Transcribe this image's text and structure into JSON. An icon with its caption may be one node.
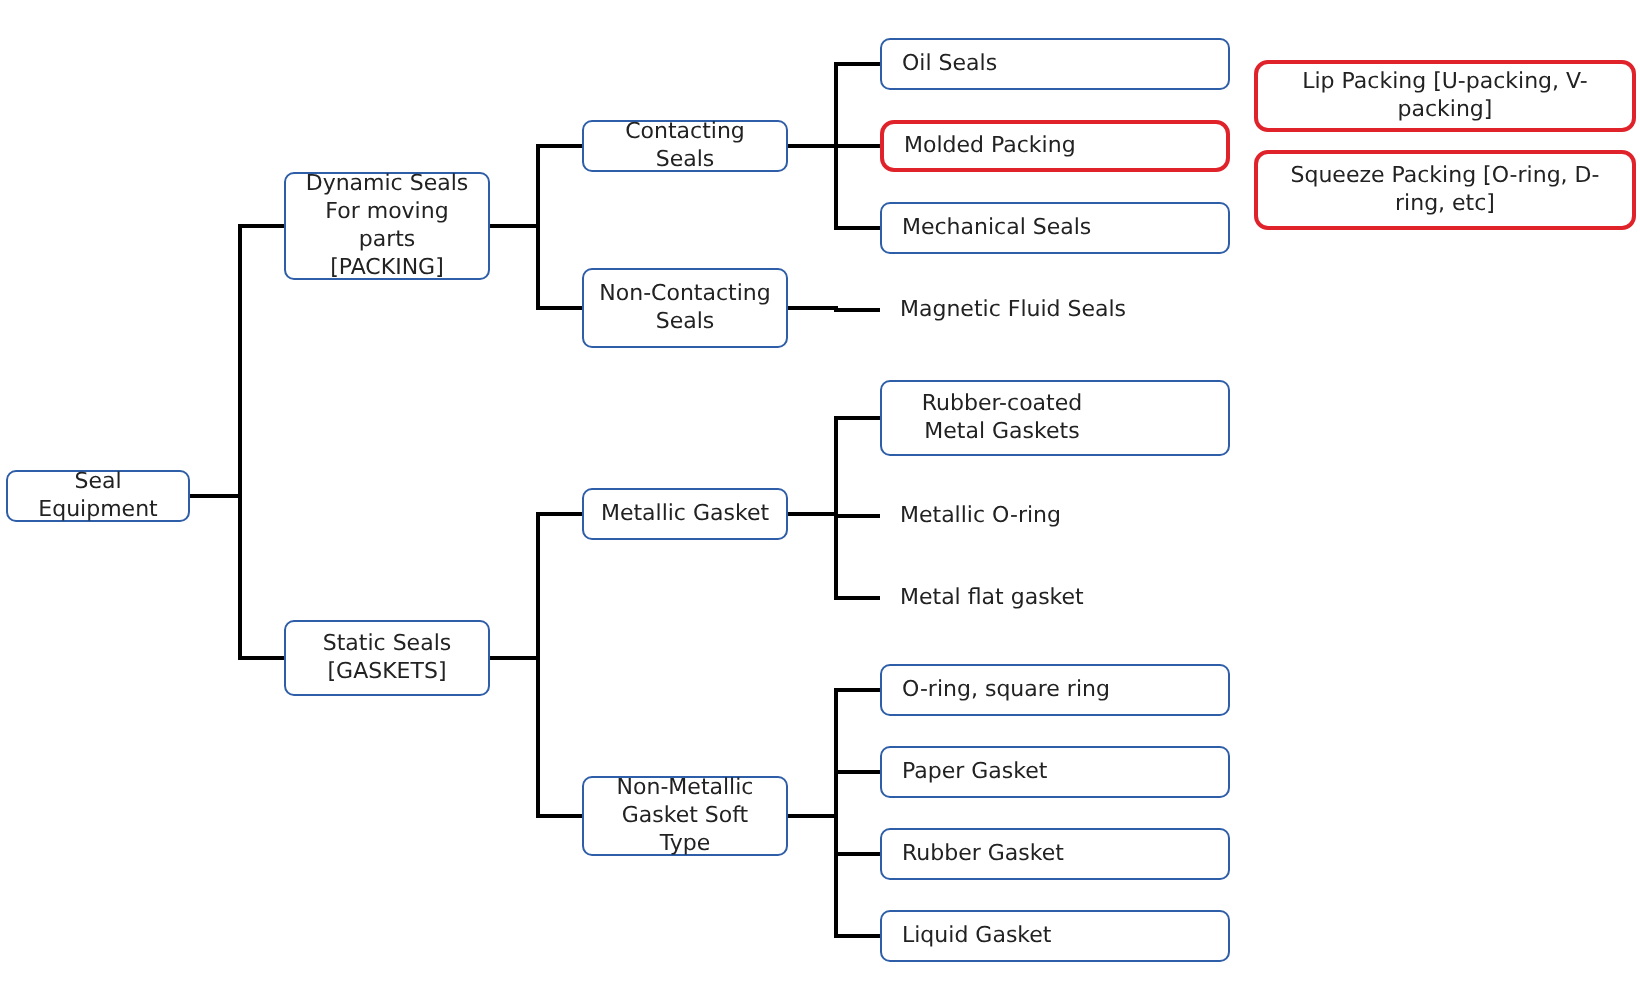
{
  "diagram": {
    "nodes": [
      {
        "text": [
          "Seal Equipment"
        ]
      },
      {
        "text": [
          "Dynamic Seals For moving parts [PACKING]"
        ]
      },
      {
        "text": [
          "Static Seals [GASKETS]"
        ]
      },
      {
        "text": [
          "Contacting Seals"
        ]
      },
      {
        "text": [
          "Non-Contacting Seals"
        ]
      },
      {
        "text": [
          "Oil Seals"
        ]
      },
      {
        "text": [
          "Molded Packing"
        ]
      },
      {
        "text": [
          "Mechanical Seals"
        ]
      },
      {
        "text": [
          "Magnetic Fluid Seals"
        ]
      },
      {
        "text": [
          "Lip Packing [U-packing, V-packing]"
        ]
      },
      {
        "text": [
          "Squeeze Packing [O-ring, D-ring, etc]"
        ]
      },
      {
        "text": [
          "Metallic Gasket"
        ]
      },
      {
        "text": [
          "Non-Metallic Gasket Soft Type"
        ]
      },
      {
        "text": [
          "Rubber-coated Metal Gaskets"
        ]
      },
      {
        "text": [
          "Metallic O-ring"
        ]
      },
      {
        "text": [
          "Metal flat gasket"
        ]
      },
      {
        "text": [
          "O-ring, square ring"
        ]
      },
      {
        "text": [
          "Paper Gasket"
        ]
      },
      {
        "text": [
          "Rubber Gasket"
        ]
      },
      {
        "text": [
          "Liquid Gasket"
        ]
      }
    ],
    "edges": [
      {
        "from": 0,
        "to": 1,
        "arrow": "none"
      },
      {
        "from": 0,
        "to": 2,
        "arrow": "none"
      },
      {
        "from": 1,
        "to": 3,
        "arrow": "none"
      },
      {
        "from": 1,
        "to": 4,
        "arrow": "none"
      },
      {
        "from": 3,
        "to": 5,
        "arrow": "none"
      },
      {
        "from": 3,
        "to": 6,
        "arrow": "none"
      },
      {
        "from": 3,
        "to": 7,
        "arrow": "none"
      },
      {
        "from": 4,
        "to": 8,
        "arrow": "none"
      },
      {
        "from": 2,
        "to": 11,
        "arrow": "none"
      },
      {
        "from": 2,
        "to": 12,
        "arrow": "none"
      },
      {
        "from": 11,
        "to": 13,
        "arrow": "none"
      },
      {
        "from": 11,
        "to": 14,
        "arrow": "none"
      },
      {
        "from": 11,
        "to": 15,
        "arrow": "none"
      },
      {
        "from": 12,
        "to": 16,
        "arrow": "none"
      },
      {
        "from": 12,
        "to": 17,
        "arrow": "none"
      },
      {
        "from": 12,
        "to": 18,
        "arrow": "none"
      },
      {
        "from": 12,
        "to": 19,
        "arrow": "none"
      }
    ]
  }
}
